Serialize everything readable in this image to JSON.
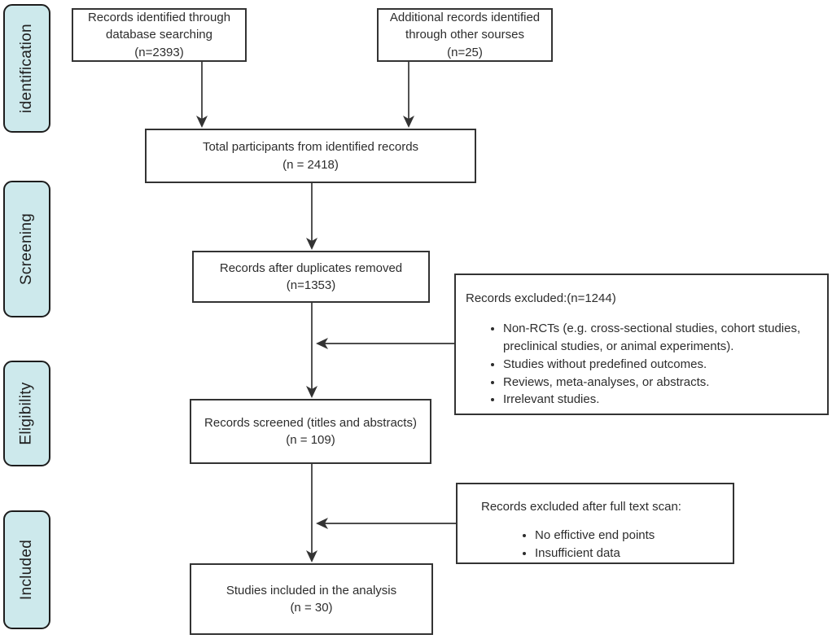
{
  "diagram_title": "PRISMA study selection flow diagram",
  "colors": {
    "sidebar_fill": "#cde9ec",
    "line": "#333333",
    "text": "#2d2d2d"
  },
  "sidebar": {
    "items": [
      {
        "label": "identification"
      },
      {
        "label": "Screening"
      },
      {
        "label": "Eligibility"
      },
      {
        "label": "Included"
      }
    ]
  },
  "flow": {
    "db_search": {
      "label": "Records identified through database searching",
      "count": "(n=2393)"
    },
    "other_sources": {
      "label": "Additional records identified through other sourses",
      "count": "(n=25)"
    },
    "total": {
      "label": "Total participants from identified records",
      "count": "(n = 2418)"
    },
    "dedup": {
      "label": "Records after duplicates removed",
      "count": "(n=1353)"
    },
    "screened": {
      "label": "Records screened (titles and abstracts)",
      "count": "(n = 109)"
    },
    "included": {
      "label": "Studies included in the analysis",
      "count": "(n = 30)"
    }
  },
  "exclusions": {
    "first": {
      "heading": "Records excluded:(n=1244)",
      "bullets": [
        "Non-RCTs (e.g. cross-sectional studies, cohort studies, preclinical studies, or animal experiments).",
        "Studies without predefined outcomes.",
        "Reviews, meta-analyses, or abstracts.",
        "Irrelevant studies."
      ]
    },
    "second": {
      "heading": "Records excluded after full text scan:",
      "bullets": [
        "No effictive end points",
        "Insufficient data"
      ]
    }
  }
}
